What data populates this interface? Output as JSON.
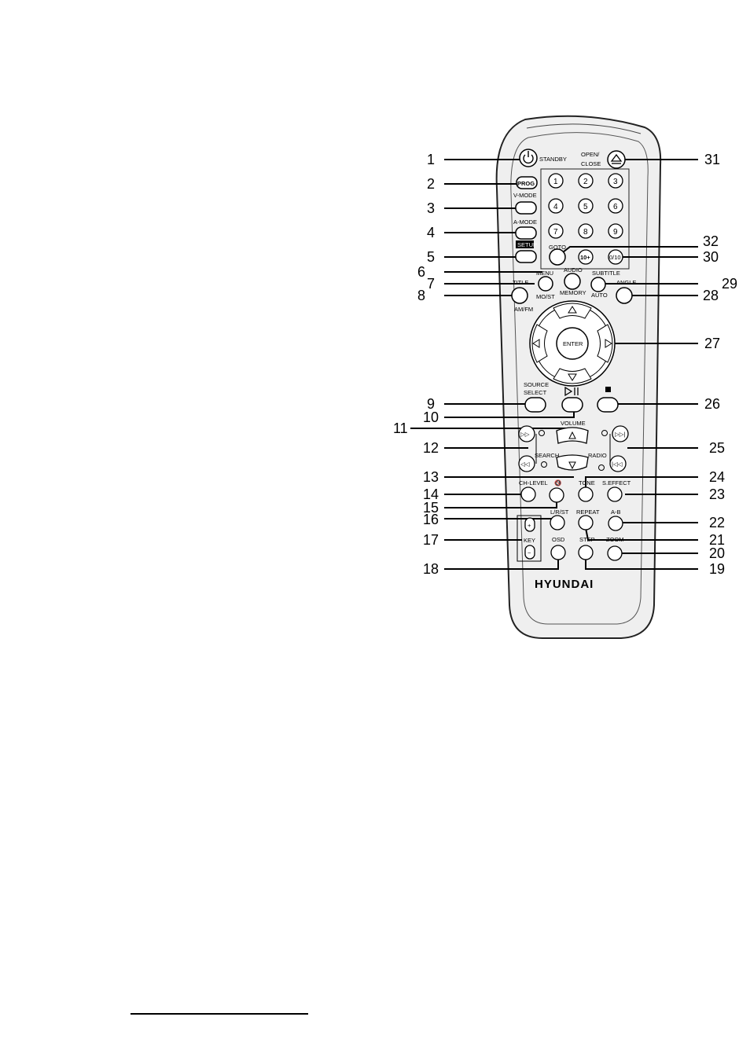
{
  "brand": "HYUNDAI",
  "buttons": {
    "standby": "STANDBY",
    "open_close_1": "OPEN/",
    "open_close_2": "CLOSE",
    "prog": "PROG",
    "v_mode": "V-MODE",
    "a_mode": "A-MODE",
    "setup": "SETUP",
    "goto": "GOTO",
    "ten_plus": "10+",
    "zero_ten": "0/10",
    "audio": "AUDIO",
    "menu": "MENU",
    "subtitle": "SUBTITLE",
    "title": "TITLE",
    "mo_st": "MO/ST",
    "memory": "MEMORY",
    "auto": "AUTO",
    "angle": "ANGLE",
    "am_fm": "AM/FM",
    "enter": "ENTER",
    "source_1": "SOURCE",
    "source_2": "SELECT",
    "volume": "VOLUME",
    "search": "SEARCH",
    "radio": "RADIO",
    "ch_level": "CH-LEVEL",
    "tone": "TONE",
    "s_effect": "S.EFFECT",
    "lr_st": "L/R/ST",
    "repeat": "REPEAT",
    "a_b": "A-B",
    "key": "KEY",
    "step": "STEP",
    "zoom": "ZOOM",
    "osd": "OSD",
    "plus": "+",
    "minus": "−"
  },
  "digits": [
    "1",
    "2",
    "3",
    "4",
    "5",
    "6",
    "7",
    "8",
    "9"
  ],
  "callouts": {
    "left": [
      "1",
      "2",
      "3",
      "4",
      "5",
      "6",
      "7",
      "8",
      "9",
      "10",
      "11",
      "12",
      "13",
      "14",
      "15",
      "16",
      "17",
      "18"
    ],
    "right": [
      "31",
      "32",
      "30",
      "29",
      "28",
      "27",
      "26",
      "25",
      "24",
      "23",
      "22",
      "21",
      "20",
      "19"
    ]
  }
}
